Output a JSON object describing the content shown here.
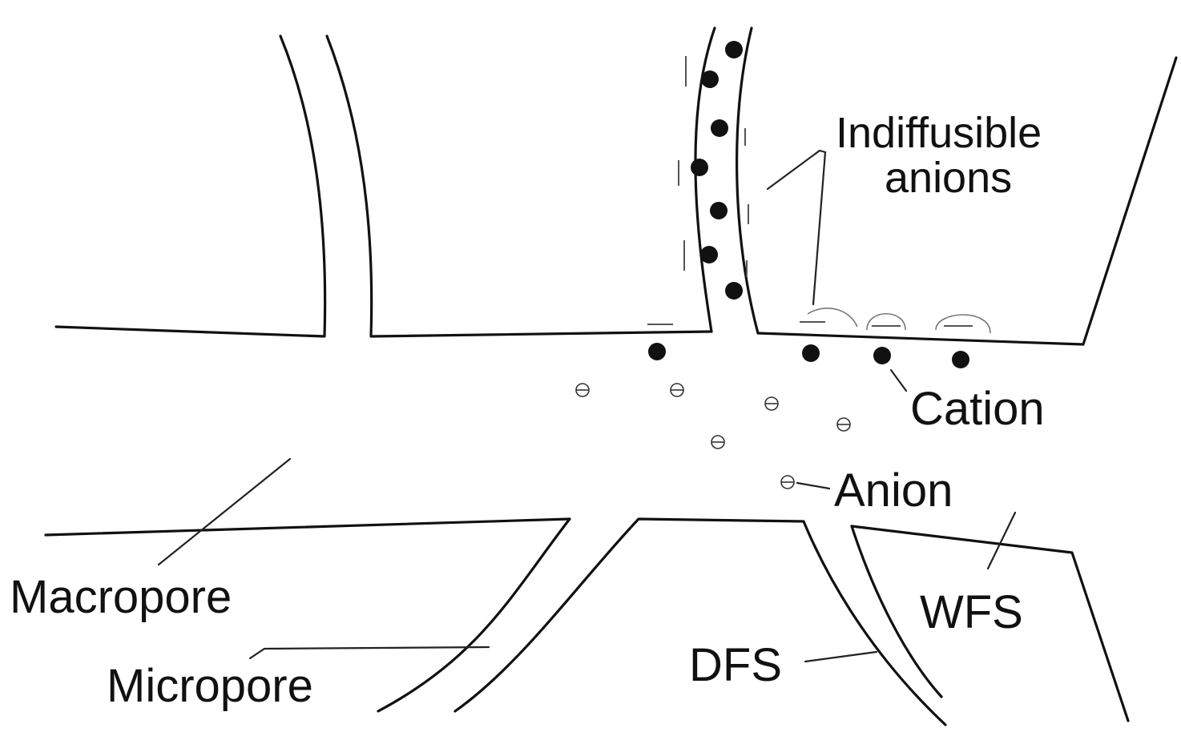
{
  "labels": {
    "indiffusible_line1": "Indiffusible",
    "indiffusible_line2": "anions",
    "cation": "Cation",
    "anion": "Anion",
    "macropore": "Macropore",
    "micropore": "Micropore",
    "wfs": "WFS",
    "dfs": "DFS"
  },
  "colors": {
    "ink": "#111111",
    "paper": "#ffffff"
  }
}
